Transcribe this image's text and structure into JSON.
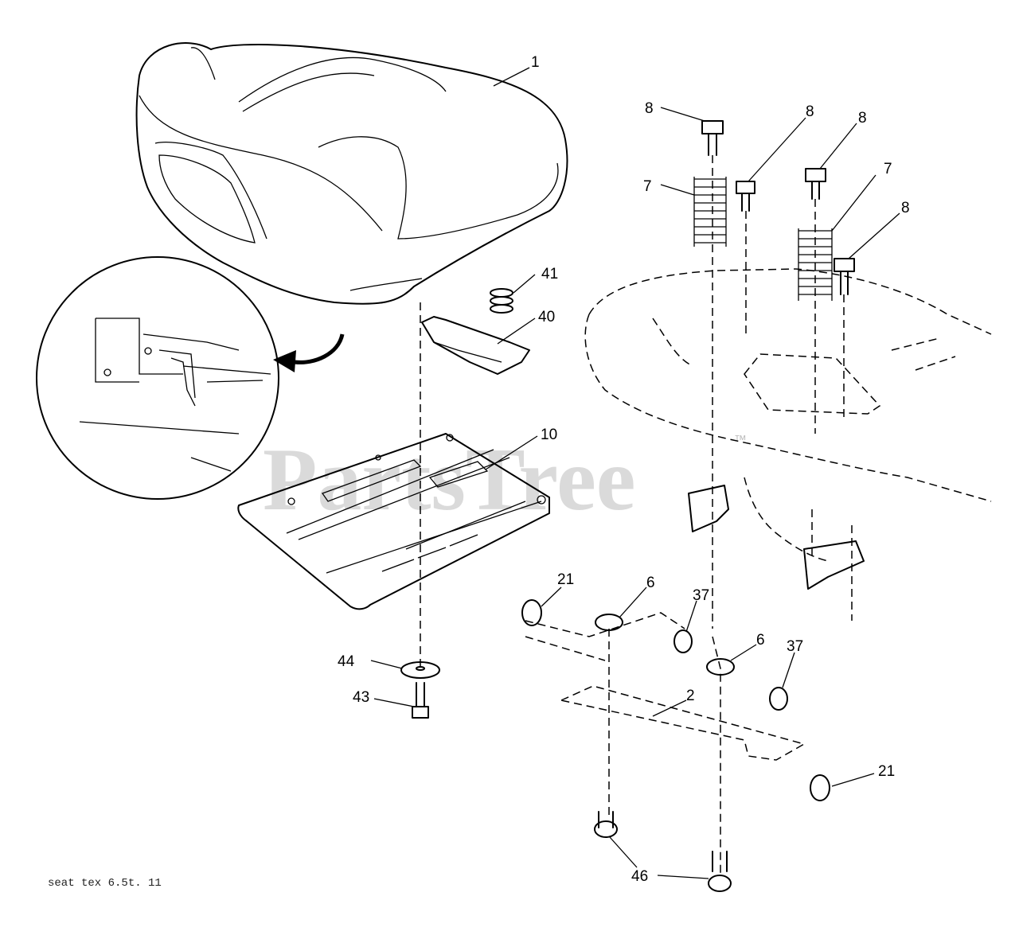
{
  "watermark": {
    "text": "PartsTree",
    "trademark": "™"
  },
  "drawing_code": "seat tex 6.5t. 11",
  "callouts": {
    "c1": "1",
    "c2": "2",
    "c6a": "6",
    "c6b": "6",
    "c7a": "7",
    "c7b": "7",
    "c8a": "8",
    "c8b": "8",
    "c8c": "8",
    "c8d": "8",
    "c10": "10",
    "c21a": "21",
    "c21b": "21",
    "c37a": "37",
    "c37b": "37",
    "c40": "40",
    "c41": "41",
    "c43": "43",
    "c44": "44",
    "c46": "46"
  }
}
